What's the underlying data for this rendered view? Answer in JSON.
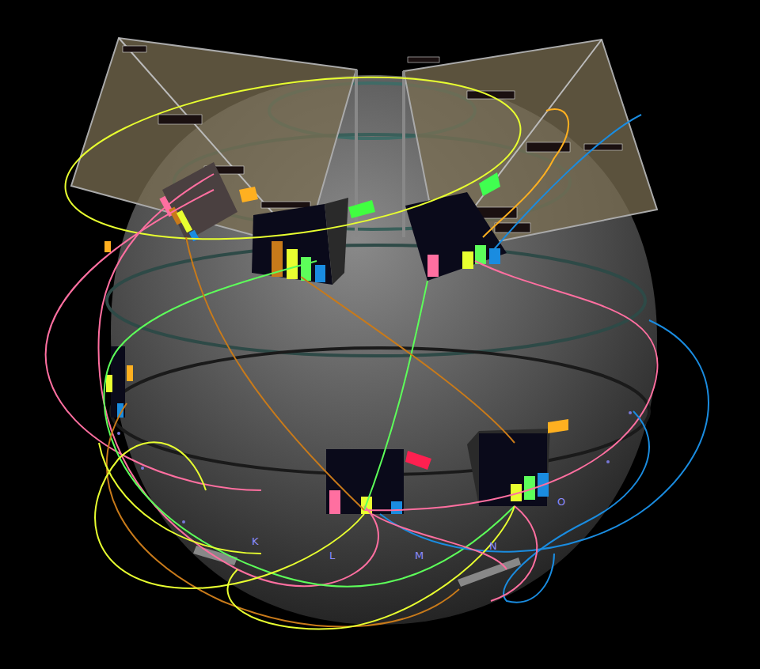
{
  "diagram": {
    "labels": [
      "K",
      "L",
      "M",
      "N",
      "O"
    ]
  }
}
